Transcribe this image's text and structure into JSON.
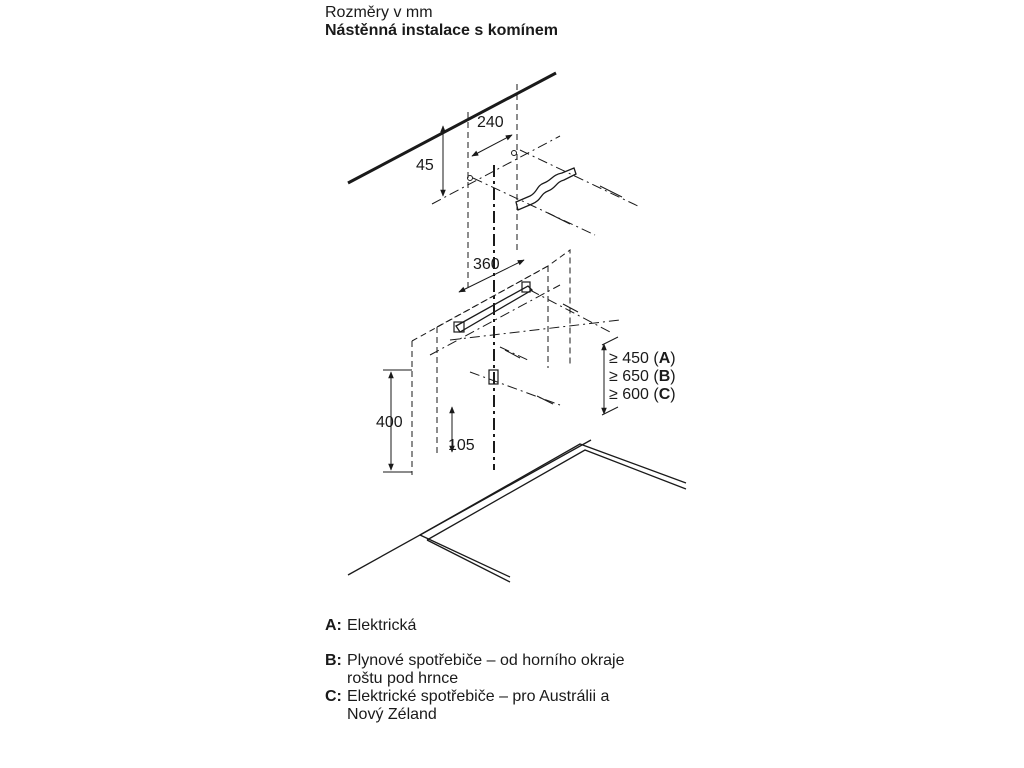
{
  "header": {
    "title": "Rozměry v mm",
    "subtitle": "Nástěnná instalace s komínem"
  },
  "dimensions": {
    "d240": "240",
    "d45": "45",
    "d360": "360",
    "d400": "400",
    "d105": "105",
    "clearances": [
      {
        "prefix": "≥ 450 (",
        "key": "A",
        "suffix": ")"
      },
      {
        "prefix": "≥ 650 (",
        "key": "B",
        "suffix": ")"
      },
      {
        "prefix": "≥ 600 (",
        "key": "C",
        "suffix": ")"
      }
    ]
  },
  "legend": [
    {
      "key": "A:",
      "text": "Elektrická"
    },
    {
      "key": "B:",
      "text": "Plynové spotřebiče – od horního okraje\nroštu pod hrnce"
    },
    {
      "key": "C:",
      "text": "Elektrické spotřebiče – pro Austrálii a\nNový Zéland"
    }
  ]
}
